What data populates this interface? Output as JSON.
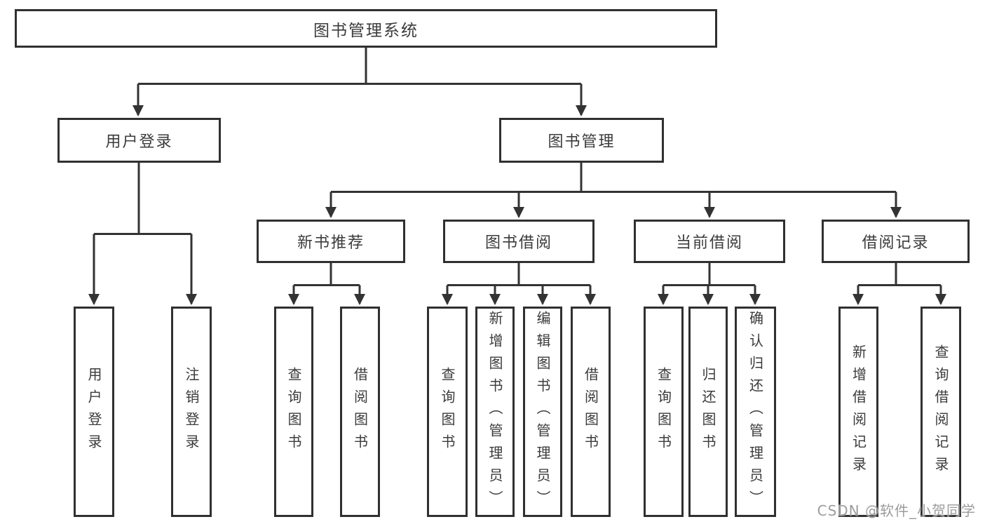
{
  "diagram": {
    "root": {
      "label": "图书管理系统"
    },
    "level1": [
      {
        "label": "用户登录",
        "parent": "图书管理系统"
      },
      {
        "label": "图书管理",
        "parent": "图书管理系统"
      }
    ],
    "level2": [
      {
        "label": "新书推荐",
        "parent": "图书管理"
      },
      {
        "label": "图书借阅",
        "parent": "图书管理"
      },
      {
        "label": "当前借阅",
        "parent": "图书管理"
      },
      {
        "label": "借阅记录",
        "parent": "图书管理"
      }
    ],
    "leaves": [
      {
        "label": "用户登录",
        "parent": "用户登录"
      },
      {
        "label": "注销登录",
        "parent": "用户登录"
      },
      {
        "label": "查询图书",
        "parent": "新书推荐"
      },
      {
        "label": "借阅图书",
        "parent": "新书推荐"
      },
      {
        "label": "查询图书",
        "parent": "图书借阅"
      },
      {
        "label": "新增图书（管理员）",
        "parent": "图书借阅"
      },
      {
        "label": "编辑图书（管理员）",
        "parent": "图书借阅"
      },
      {
        "label": "借阅图书",
        "parent": "图书借阅"
      },
      {
        "label": "查询图书",
        "parent": "当前借阅"
      },
      {
        "label": "归还图书",
        "parent": "当前借阅"
      },
      {
        "label": "确认归还（管理员）",
        "parent": "当前借阅"
      },
      {
        "label": "新增借阅记录",
        "parent": "借阅记录"
      },
      {
        "label": "查询借阅记录",
        "parent": "借阅记录"
      }
    ]
  },
  "watermark": {
    "text": "CSDN @软件_小贺同学"
  },
  "colors": {
    "background": "#ffffff",
    "box_border": "#303030",
    "connector_line": "#333333",
    "text": "#3b3b3b",
    "watermark_text": "#9c9c9c"
  }
}
